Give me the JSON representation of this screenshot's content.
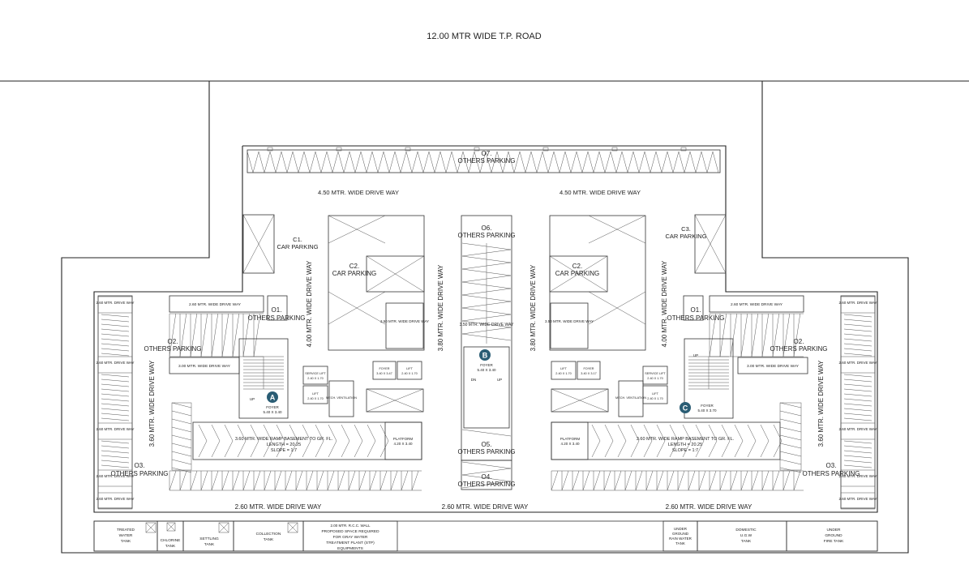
{
  "road": {
    "label": "12.00 MTR WIDE T.P. ROAD"
  },
  "bubbles": [
    {
      "letter": "A",
      "color": "#2a5d74"
    },
    {
      "letter": "B",
      "color": "#2a5d74"
    },
    {
      "letter": "C",
      "color": "#2a5d74"
    }
  ],
  "labels": {
    "o7": "O7.",
    "o7_others": "OTHERS PARKING",
    "drive_450_left": "4.50 MTR. WIDE DRIVE WAY",
    "drive_450_right": "4.50 MTR. WIDE DRIVE WAY",
    "c1": "C1.",
    "c1_car": "CAR PARKING",
    "c3": "C3.",
    "c3_car": "CAR PARKING",
    "o6": "O6.",
    "o6_others": "OTHERS PARKING",
    "c2_left": "C2.",
    "c2_left_car": "CAR PARKING",
    "c2_right": "C2.",
    "c2_right_car": "CAR PARKING",
    "o1_left": "O1.",
    "o1_left_others": "OTHERS PARKING",
    "o1_right": "O1.",
    "o1_right_others": "OTHERS PARKING",
    "o2_left": "O2.",
    "o2_left_others": "OTHERS PARKING",
    "o2_right": "O2.",
    "o2_right_others": "OTHERS PARKING",
    "o3_left": "O3.",
    "o3_left_others": "OTHERS PARKING",
    "o3_right": "O3.",
    "o3_right_others": "OTHERS PARKING",
    "o5": "O5.",
    "o5_others": "OTHERS PARKING",
    "o4": "O4.",
    "o4_others": "OTHERS PARKING",
    "drive_260_left_small": "2.60 MTR. WIDE DRIVE WAY",
    "drive_260_right_small": "2.60 MTR. WIDE DRIVE WAY",
    "drive_300_left": "3.00 MTR. WIDE DRIVE WAY",
    "drive_300_right": "3.00 MTR. WIDE DRIVE WAY",
    "drive_350_left": "3.50 MTR. WIDE DRIVE WAY",
    "drive_350_center": "3.50 MTR. WIDE DRIVE WAY",
    "drive_350_right": "3.50 MTR. WIDE DRIVE WAY",
    "drive_400_left": "4.00 MTR. WIDE DRIVE WAY",
    "drive_400_right": "4.00 MTR. WIDE DRIVE WAY",
    "drive_380_left": "3.80 MTR. WIDE DRIVE WAY",
    "drive_380_right": "3.80 MTR. WIDE DRIVE WAY",
    "drive_360_left": "3.60 MTR. WIDE DRIVE WAY",
    "drive_360_right": "3.60 MTR. WIDE DRIVE WAY",
    "drive_260_bottom_left": "2.60 MTR. WIDE DRIVE WAY",
    "drive_260_bottom_center": "2.60 MTR. WIDE DRIVE WAY",
    "drive_260_bottom_right": "2.60 MTR. WIDE DRIVE WAY",
    "ramp_left_1": "3.60 MTR. WIDE RAMP BASEMENT TO GR. FL.",
    "ramp_left_2": "LENGTH = 20.25",
    "ramp_left_3": "SLOPE = 1:7",
    "ramp_right_1": "3.60 MTR. WIDE RAMP BASEMENT TO GR. FL.",
    "ramp_right_2": "LENGTH = 20.25",
    "ramp_right_3": "SLOPE = 1:7",
    "platform_left_1": "PLATFORM",
    "platform_left_2": "4.20 X 3.40",
    "platform_right_1": "PLATFORM",
    "platform_right_2": "4.20 X 3.40",
    "foyer_a_1": "FOYER",
    "foyer_a_2": "5.40 X 3.40",
    "foyer_b_1": "FOYER",
    "foyer_b_2": "5.40 X 3.40",
    "foyer_c_1": "FOYER",
    "foyer_c_2": "5.40 X 3.70",
    "foyer_l2_1": "FOYER",
    "foyer_l2_2": "3.40 X 3.47",
    "foyer_r2_1": "FOYER",
    "foyer_r2_2": "3.40 X 3.17",
    "up_a": "UP",
    "up_c": "UP",
    "dn_b": "DN",
    "up_b": "UP",
    "lift_label": "LIFT",
    "lift_size": "2.40 X 1.70",
    "service_lift": "SERVICE LIFT",
    "mech_ventilation": "MECH. VENTILATION",
    "ug_tank_label": "2.00 MTR. R.C.C. WALL",
    "stp_1": "PROPOSED SPACE REQUIRED",
    "stp_2": "FOR GRAY WATER",
    "stp_3": "TREATMENT PLANT (STP)",
    "stp_4": "EQUIPMENTS",
    "treated_1": "TREATED",
    "treated_2": "WATER",
    "treated_3": "TANK",
    "chlorine_1": "CHLORINE",
    "chlorine_2": "TANK",
    "settling_1": "SETTLING",
    "settling_2": "TANK",
    "collection_1": "COLLECTION",
    "collection_2": "TANK",
    "rain_1": "UNDER",
    "rain_2": "GROUND",
    "rain_3": "RAIN WATER",
    "rain_4": "TANK",
    "domestic_1": "DOMESTIC",
    "domestic_2": "U.G.W",
    "domestic_3": "TANK",
    "fire_1": "UNDER",
    "fire_2": "GROUND",
    "fire_3": "FIRE TANK",
    "small_260": "2.60 MTR. DRIVE WAY"
  },
  "colors": {
    "line": "#333333",
    "bubble": "#2a5d74"
  }
}
